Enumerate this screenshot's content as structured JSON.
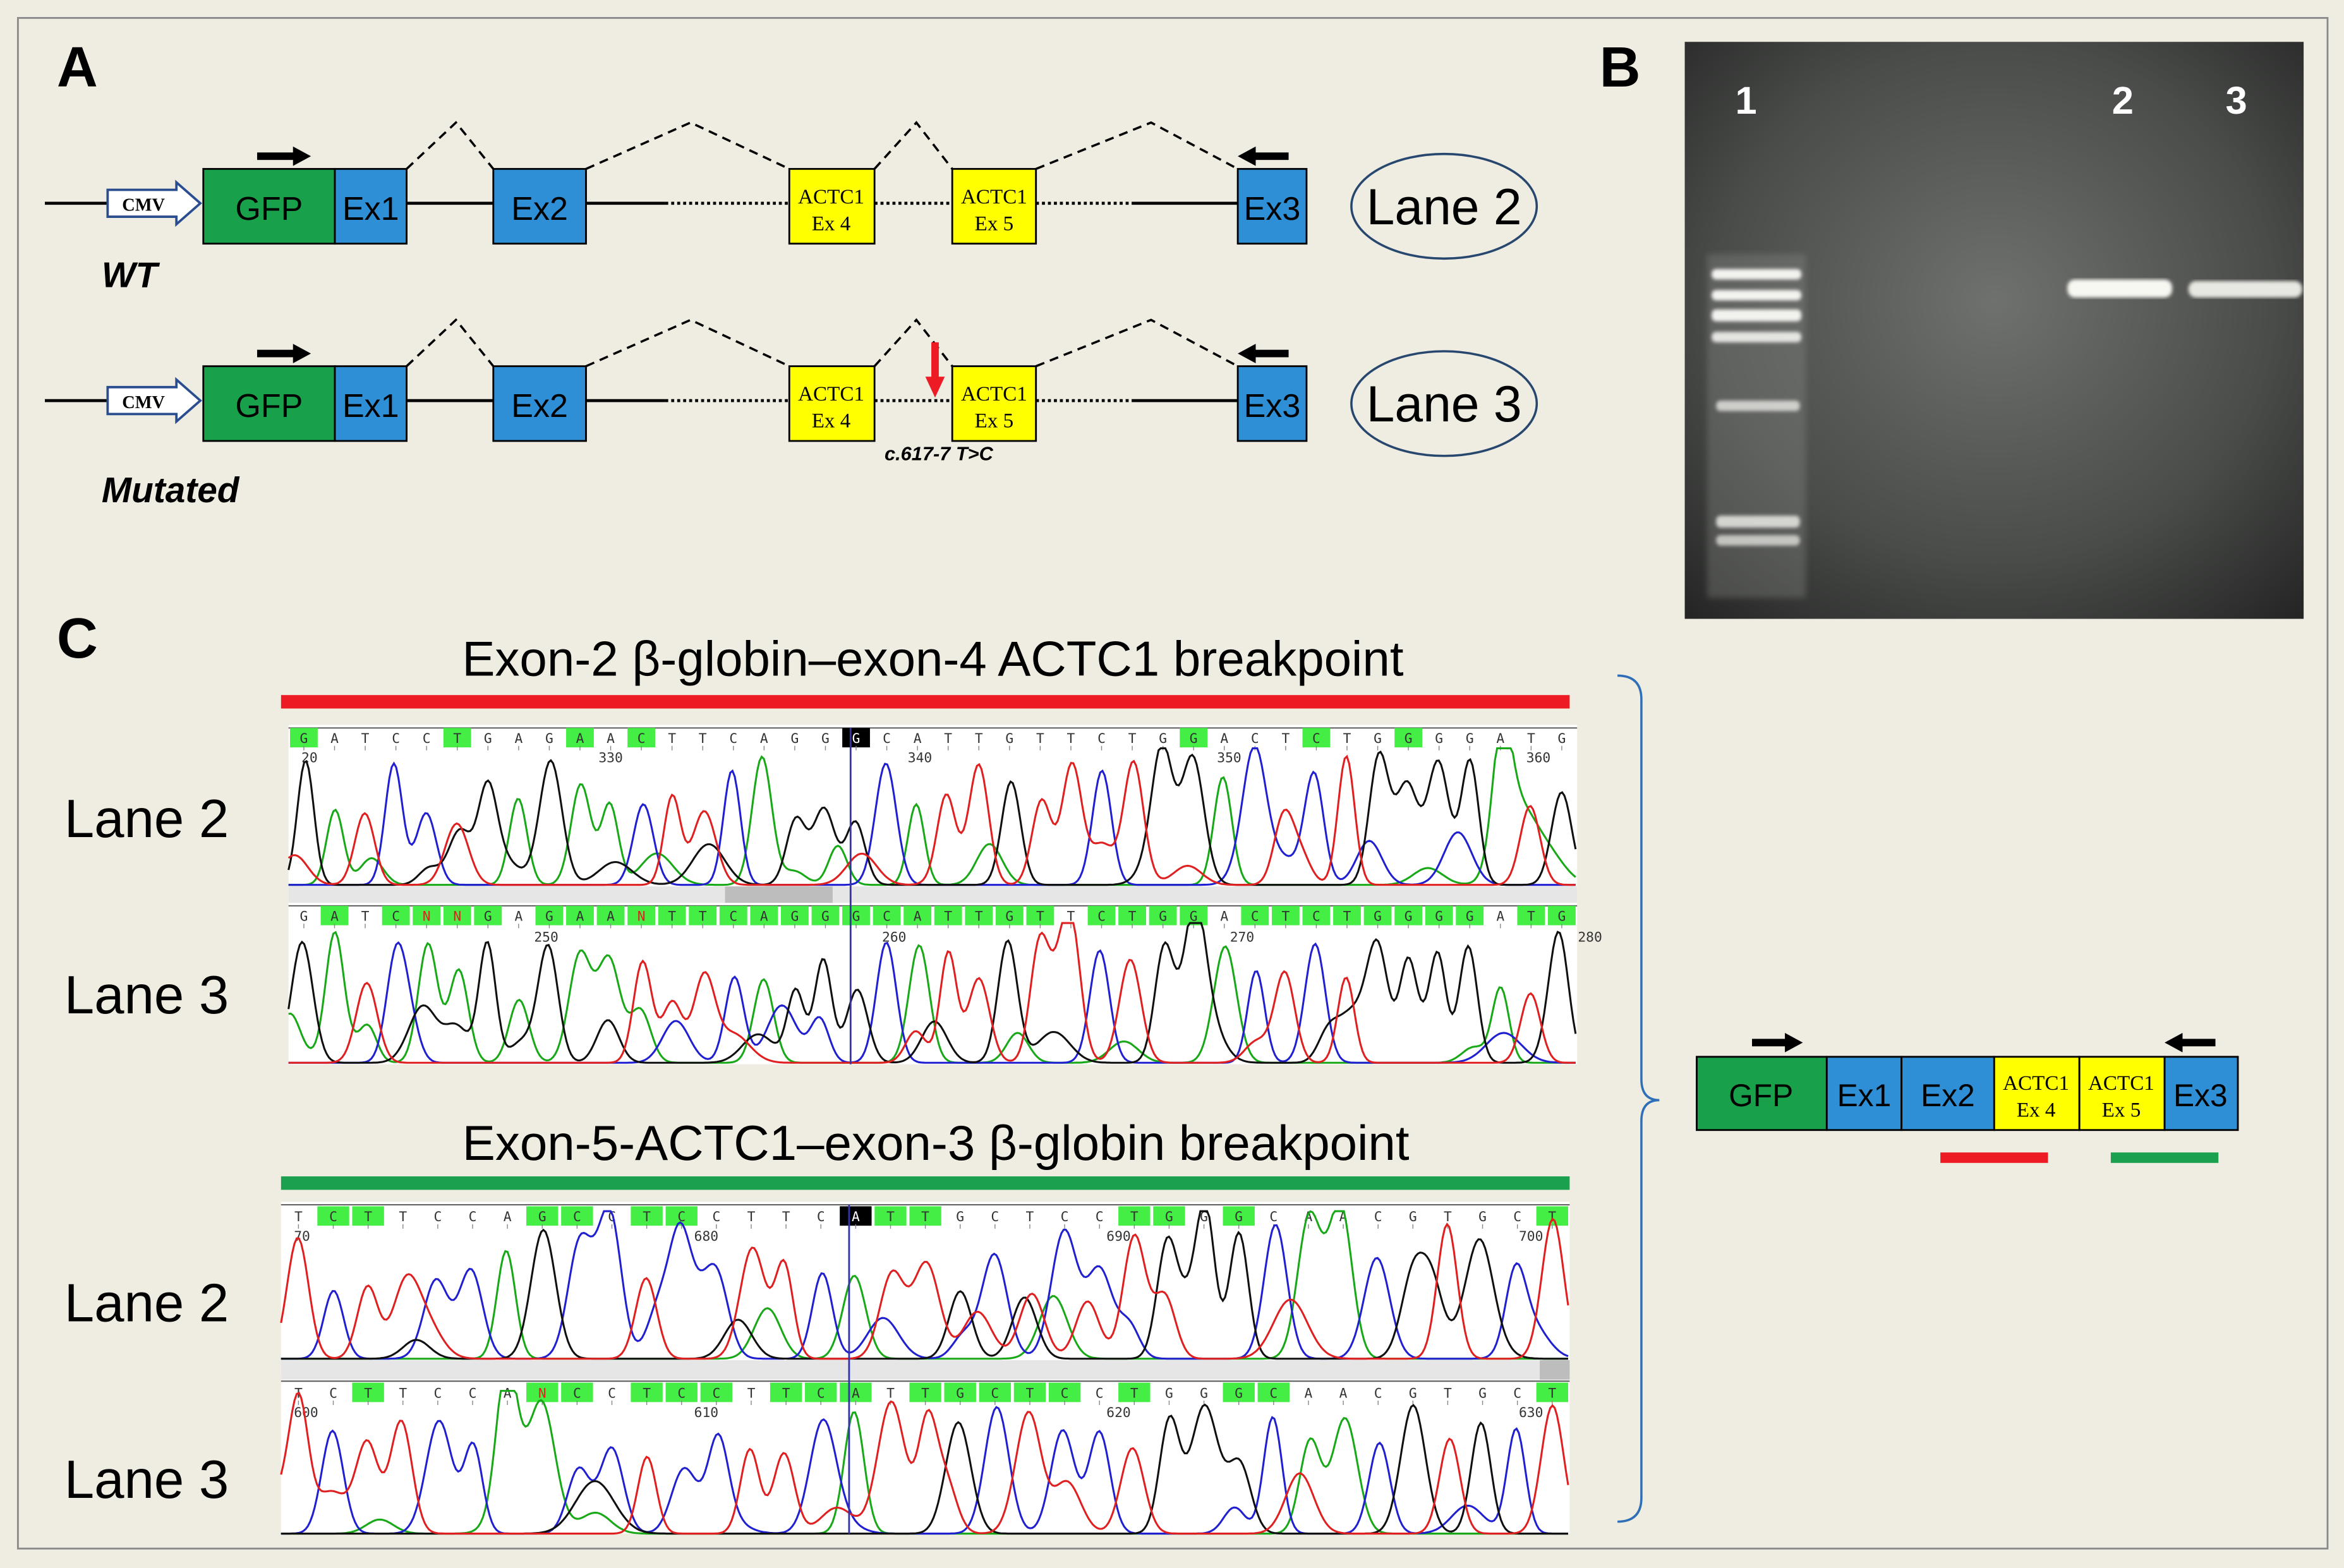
{
  "panels": {
    "a": "A",
    "b": "B",
    "c": "C"
  },
  "panel_a": {
    "wt_label": "WT",
    "mutated_label": "Mutated",
    "promoter": "CMV",
    "gfp": "GFP",
    "ex1": "Ex1",
    "ex2": "Ex2",
    "actc1_ex4_line1": "ACTC1",
    "actc1_ex4_line2": "Ex 4",
    "actc1_ex5_line1": "ACTC1",
    "actc1_ex5_line2": "Ex 5",
    "ex3": "Ex3",
    "lane2": "Lane 2",
    "lane3": "Lane 3",
    "mutation": "c.617-7 T>C"
  },
  "panel_b": {
    "lane_labels": [
      "1",
      "2",
      "3"
    ]
  },
  "panel_c": {
    "title_top": "Exon-2 β-globin–exon-4 ACTC1 breakpoint",
    "title_bottom": "Exon-5-ACTC1–exon-3 β-globin breakpoint",
    "lane2": "Lane 2",
    "lane3": "Lane 3",
    "tracks": [
      {
        "bases": [
          "G",
          "A",
          "T",
          "C",
          "C",
          "T",
          "G",
          "A",
          "G",
          "A",
          "A",
          "C",
          "T",
          "T",
          "C",
          "A",
          "G",
          "G",
          "G",
          "C",
          "A",
          "T",
          "T",
          "G",
          "T",
          "T",
          "C",
          "T",
          "G",
          "G",
          "A",
          "C",
          "T",
          "C",
          "T",
          "G",
          "G",
          "G",
          "G",
          "A",
          "T",
          "G"
        ],
        "highlights": [
          0,
          5,
          9,
          11,
          29,
          33,
          36
        ],
        "black": [
          18
        ],
        "numbers": [
          "20",
          "330",
          "340",
          "350",
          "360"
        ]
      },
      {
        "bases": [
          "G",
          "A",
          "T",
          "C",
          "N",
          "N",
          "G",
          "A",
          "G",
          "A",
          "A",
          "N",
          "T",
          "T",
          "C",
          "A",
          "G",
          "G",
          "G",
          "C",
          "A",
          "T",
          "T",
          "G",
          "T",
          "T",
          "C",
          "T",
          "G",
          "G",
          "A",
          "C",
          "T",
          "C",
          "T",
          "G",
          "G",
          "G",
          "G",
          "A",
          "T",
          "G"
        ],
        "highlights": [
          1,
          3,
          4,
          5,
          6,
          8,
          9,
          10,
          11,
          12,
          13,
          14,
          15,
          16,
          17,
          18,
          19,
          20,
          21,
          22,
          23,
          24,
          26,
          27,
          28,
          29,
          31,
          32,
          33,
          34,
          35,
          36,
          37,
          38,
          40,
          41
        ],
        "black": [],
        "numbers": [
          "250",
          "260",
          "270",
          "280"
        ]
      },
      {
        "bases": [
          "T",
          "C",
          "T",
          "T",
          "C",
          "C",
          "A",
          "G",
          "C",
          "C",
          "T",
          "C",
          "C",
          "T",
          "T",
          "C",
          "A",
          "T",
          "T",
          "G",
          "C",
          "T",
          "C",
          "C",
          "T",
          "G",
          "G",
          "G",
          "C",
          "A",
          "A",
          "C",
          "G",
          "T",
          "G",
          "C",
          "T"
        ],
        "highlights": [
          1,
          2,
          7,
          8,
          10,
          11,
          17,
          18,
          24,
          25,
          27,
          36
        ],
        "black": [
          16
        ],
        "numbers": [
          "70",
          "680",
          "690",
          "700"
        ]
      },
      {
        "bases": [
          "T",
          "C",
          "T",
          "T",
          "C",
          "C",
          "A",
          "N",
          "C",
          "C",
          "T",
          "C",
          "C",
          "T",
          "T",
          "C",
          "A",
          "T",
          "T",
          "G",
          "C",
          "T",
          "C",
          "C",
          "T",
          "G",
          "G",
          "G",
          "C",
          "A",
          "A",
          "C",
          "G",
          "T",
          "G",
          "C",
          "T"
        ],
        "highlights": [
          2,
          7,
          8,
          10,
          11,
          12,
          14,
          15,
          16,
          18,
          19,
          20,
          21,
          22,
          24,
          27,
          28,
          36
        ],
        "black": [],
        "numbers": [
          "600",
          "610",
          "620",
          "630"
        ]
      }
    ],
    "construct": {
      "gfp": "GFP",
      "ex1": "Ex1",
      "ex2": "Ex2",
      "actc1_ex4_line1": "ACTC1",
      "actc1_ex4_line2": "Ex 4",
      "actc1_ex5_line1": "ACTC1",
      "actc1_ex5_line2": "Ex 5",
      "ex3": "Ex3"
    }
  },
  "colors": {
    "background": "#efece1",
    "gfp": "#19a04b",
    "exon": "#2e8fd6",
    "actc1": "#ffff00",
    "red": "#ed1c24",
    "green": "#1aa04f",
    "trace_a": "#18a818",
    "trace_c": "#2020d0",
    "trace_g": "#101010",
    "trace_t": "#e02020",
    "base_highlight": "#44ee44"
  }
}
